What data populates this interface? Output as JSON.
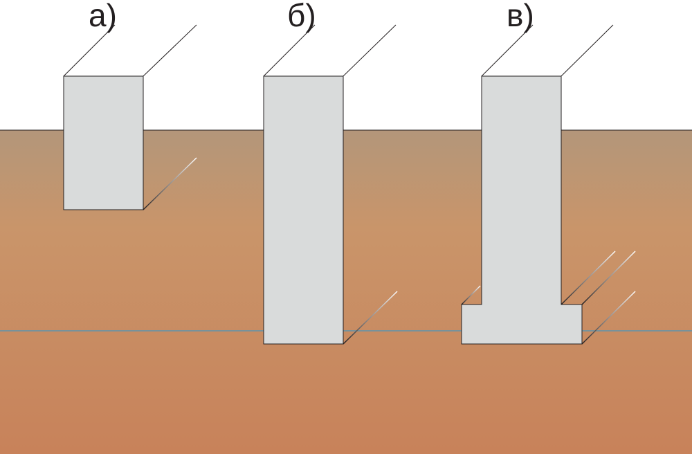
{
  "labels": {
    "a": "а)",
    "b": "б)",
    "c": "в)"
  },
  "colors": {
    "sky": "#ffffff",
    "soil_top": "#b3967a",
    "soil_mid": "#c9956a",
    "soil_bottom": "#c8825a",
    "water_line": "#5b93ae",
    "concrete": "#d9dbdb",
    "outline": "#231f20"
  }
}
